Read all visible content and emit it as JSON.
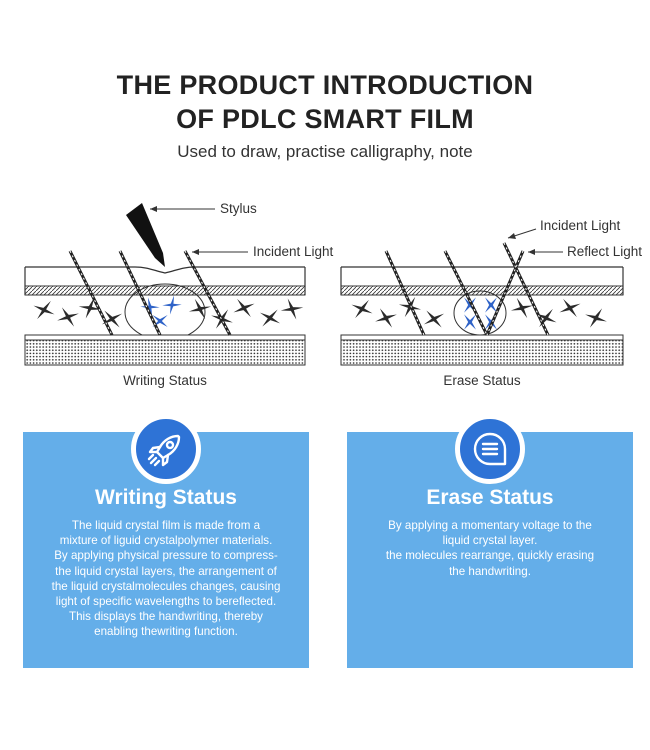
{
  "header": {
    "title_line1": "THE PRODUCT INTRODUCTION",
    "title_line2": "OF  PDLC SMART FILM",
    "subtitle": "Used to draw, practise calligraphy, note"
  },
  "diagrams": {
    "writing": {
      "stylus_label": "Stylus",
      "light_label": "Incident Light",
      "caption": "Writing Status"
    },
    "erase": {
      "incident_label": "Incident Light",
      "reflect_label": "Reflect Light",
      "caption": "Erase Status"
    }
  },
  "cards": {
    "writing": {
      "title": "Writing Status",
      "icon": "rocket-icon",
      "lines": [
        "The liquid crystal film is made from a",
        "mixture of liguid crystalpolymer materials.",
        "By applying physical pressure to compress-",
        "the liquid crystal layers, the arrangement of",
        "the liquid crystalmolecules changes, causing",
        "light of specific wavelengths to bereflected.",
        "This displays the handwriting, thereby",
        "enabling thewriting function."
      ]
    },
    "erase": {
      "title": "Erase Status",
      "icon": "chat-bubble-icon",
      "lines": [
        "By applying a momentary voltage to the",
        "liquid crystal layer.",
        "the molecules rearrange, quickly erasing",
        "the handwriting."
      ]
    }
  },
  "colors": {
    "card_bg": "#64aee9",
    "badge_bg": "#2e73d6",
    "molecule_dark": "#2b2b2b",
    "molecule_blue": "#2f63c8"
  }
}
